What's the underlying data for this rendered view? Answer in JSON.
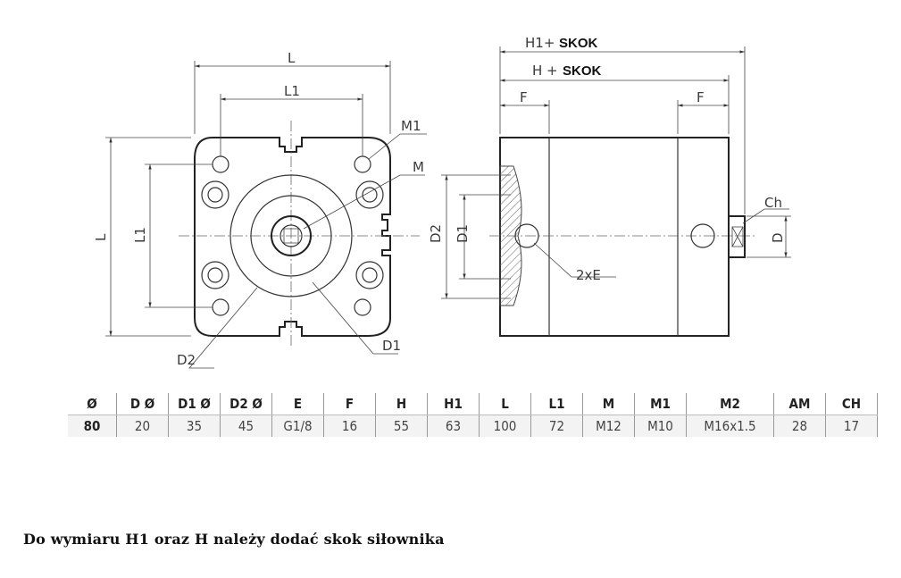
{
  "drawing_labels": {
    "front_L_top": "L",
    "front_L1_top": "L1",
    "front_L_side": "L",
    "front_L1_side": "L1",
    "M1": "M1",
    "M": "M",
    "D2": "D2",
    "D1": "D1",
    "side_H1": "H1+",
    "side_H1_skok": "SKOK",
    "side_H": "H +",
    "side_H_skok": "SKOK",
    "side_F_left": "F",
    "side_F_right": "F",
    "side_D2": "D2",
    "side_D1": "D1",
    "side_E": "2xE",
    "side_Ch": "Ch",
    "side_D": "D"
  },
  "table": {
    "headers": [
      "Ø",
      "D Ø",
      "D1 Ø",
      "D2 Ø",
      "E",
      "F",
      "H",
      "H1",
      "L",
      "L1",
      "M",
      "M1",
      "M2",
      "AM",
      "CH"
    ],
    "values": [
      "80",
      "20",
      "35",
      "45",
      "G1/8",
      "16",
      "55",
      "63",
      "100",
      "72",
      "M12",
      "M10",
      "M16x1.5",
      "28",
      "17"
    ]
  },
  "note": "Do wymiaru H1 oraz H należy dodać skok siłownika"
}
